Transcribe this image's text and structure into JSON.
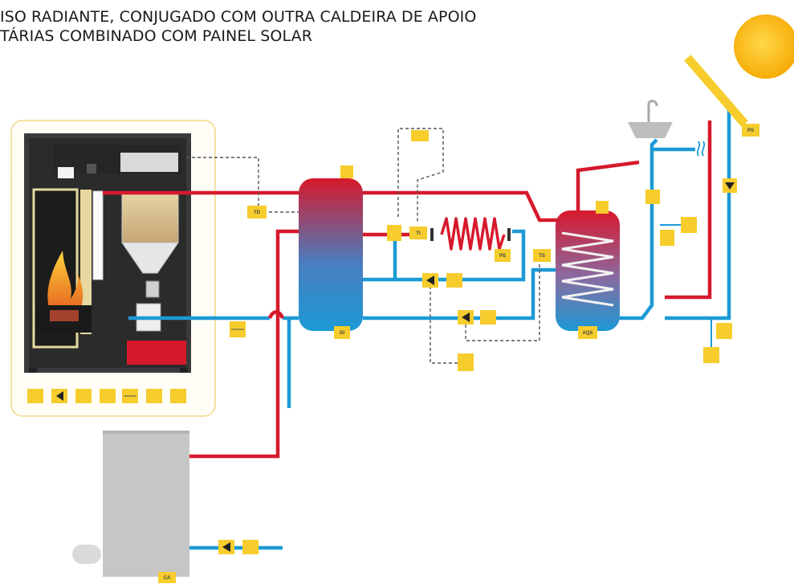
{
  "header": {
    "line1": "ISO RADIANTE, CONJUGADO COM OUTRA CALDEIRA DE APOIO",
    "line2": "TÁRIAS COMBINADO COM PAINEL SOLAR"
  },
  "labels": {
    "td": "TD",
    "ti": "TI",
    "ts": "TS",
    "ps_floor": "PS",
    "ps_solar": "PS",
    "di": "DI",
    "aqs": "AQS",
    "ca": "CA"
  },
  "colors": {
    "hot_pipe": "#d7192c",
    "cold_pipe": "#1c9ad6",
    "component_yellow": "#f6cd2c",
    "sun": "#fbbd12",
    "backup_boiler": "#c6c6c6"
  }
}
